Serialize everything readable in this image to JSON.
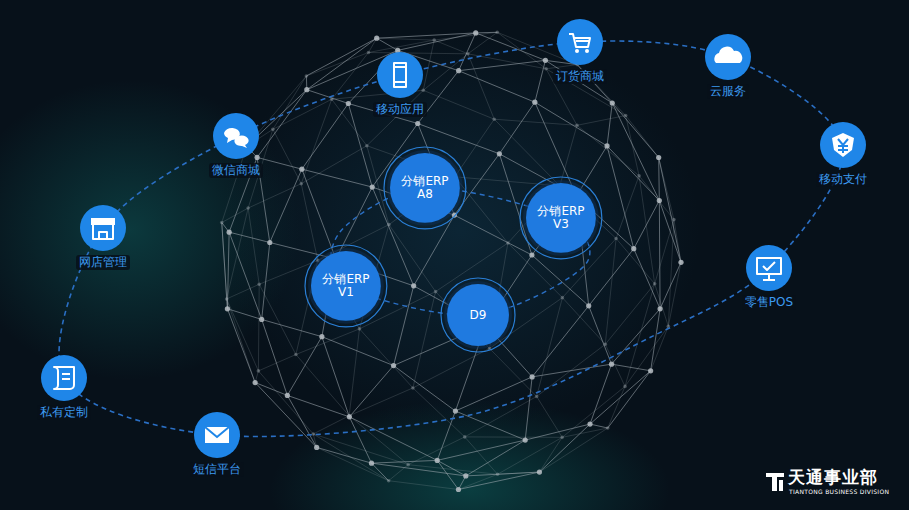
{
  "diagram": {
    "nodes": [
      {
        "text": [
          "订货商城"
        ]
      },
      {
        "text": [
          "云服务"
        ]
      },
      {
        "text": [
          "移动应用"
        ]
      },
      {
        "text": [
          "微信商城"
        ]
      },
      {
        "text": [
          "移动支付"
        ]
      },
      {
        "text": [
          "分销ERP A8"
        ]
      },
      {
        "text": [
          "分销ERP V3"
        ]
      },
      {
        "text": [
          "网店管理"
        ]
      },
      {
        "text": [
          "零售POS"
        ]
      },
      {
        "text": [
          "分销ERP V1"
        ]
      },
      {
        "text": [
          "D9"
        ]
      },
      {
        "text": [
          "私有定制"
        ]
      },
      {
        "text": [
          "短信平台"
        ]
      }
    ],
    "labels": [
      "天通事业部",
      "TIANTONG BUSINESS DIVISION"
    ]
  }
}
